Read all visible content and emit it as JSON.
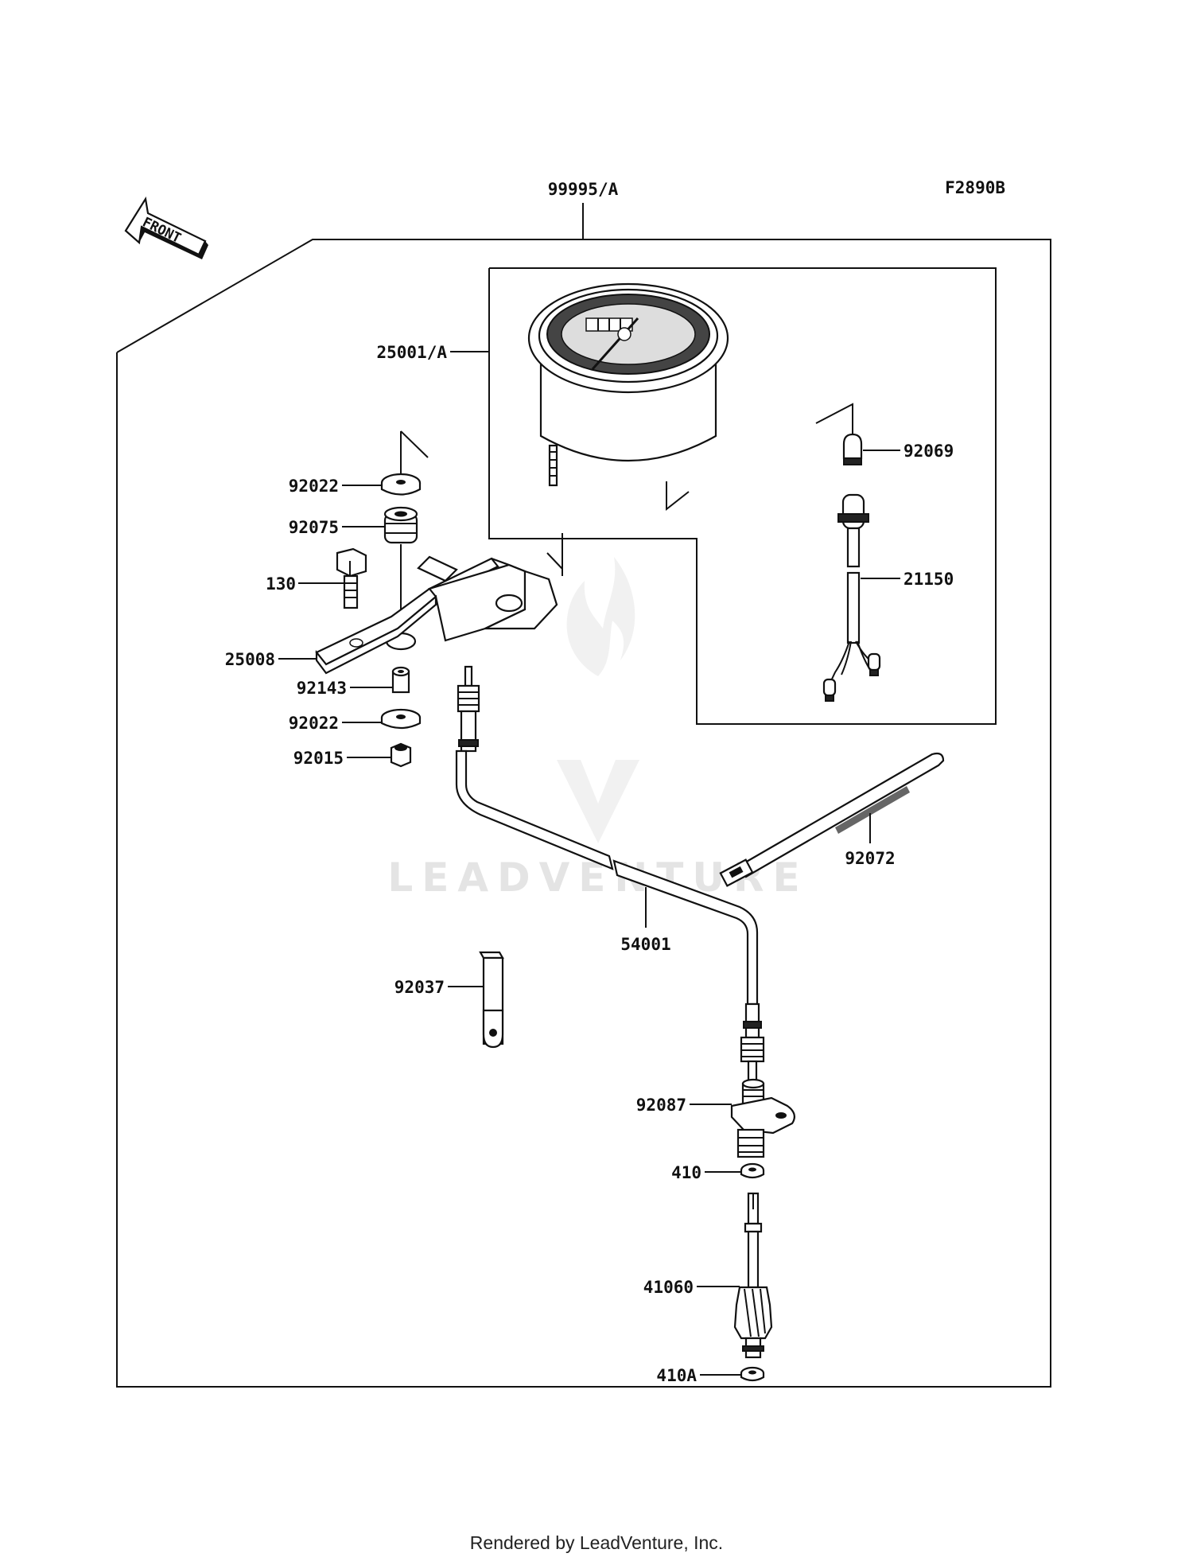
{
  "figure_code": "F2890B",
  "front_label": "FRONT",
  "watermark": "LEADVENTURE",
  "footer": "Rendered by LeadVenture, Inc.",
  "callouts": {
    "assembly": "99995/A",
    "meter": "25001/A",
    "bulb": "92069",
    "harness": "21150",
    "washer_top": "92022",
    "damper": "92075",
    "bolt": "130",
    "bracket": "25008",
    "collar": "92143",
    "washer_bottom": "92022",
    "nut": "92015",
    "band": "92072",
    "cable": "54001",
    "clamp": "92037",
    "gear_housing": "92087",
    "oring": "410",
    "pinion": "41060",
    "oring_a": "410A"
  }
}
